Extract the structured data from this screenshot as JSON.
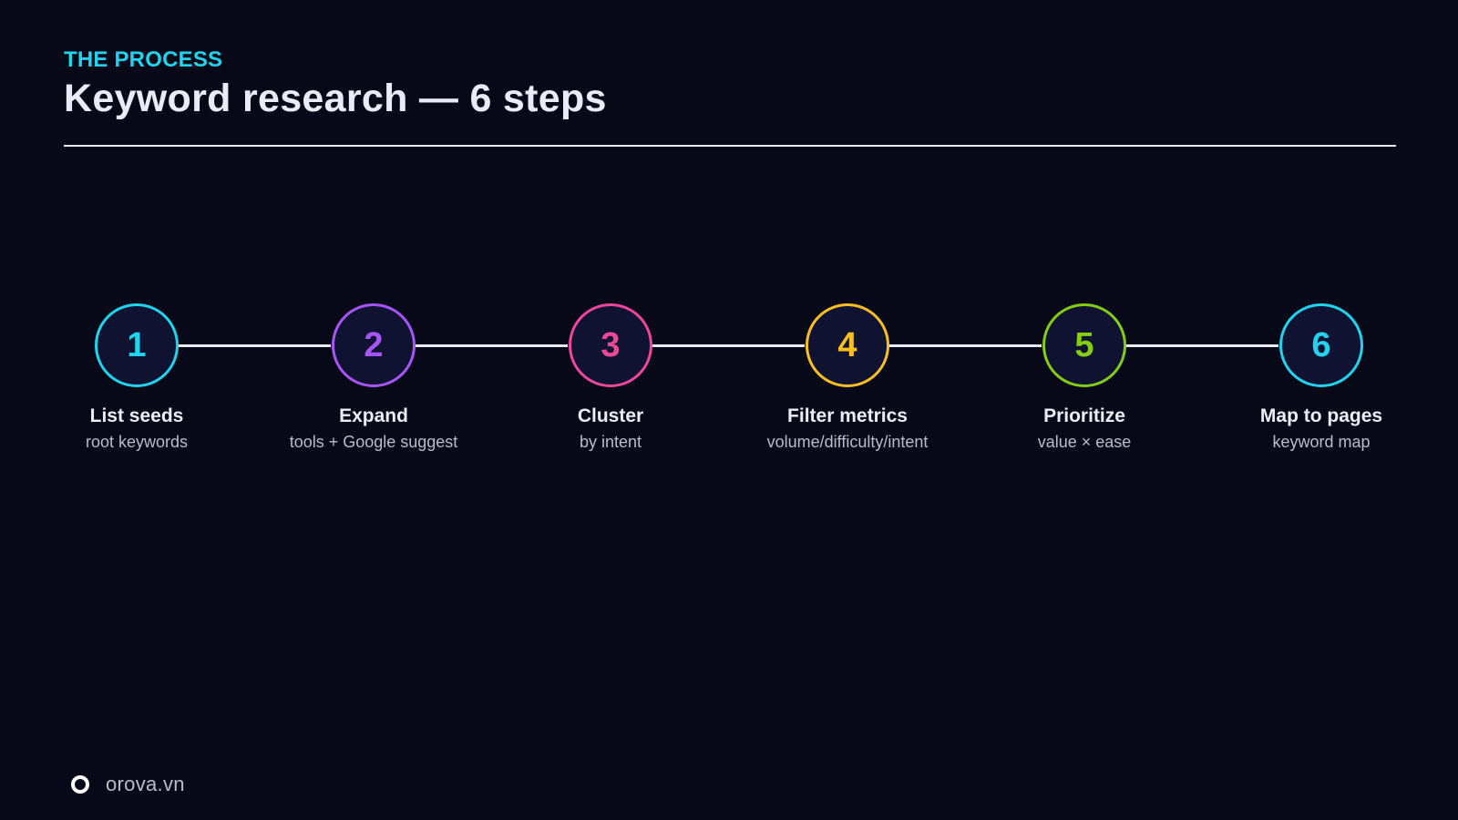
{
  "header": {
    "eyebrow": "THE PROCESS",
    "title": "Keyword research — 6 steps"
  },
  "steps": [
    {
      "number": "1",
      "title": "List seeds",
      "subtitle": "root keywords",
      "color": "#22d3ee"
    },
    {
      "number": "2",
      "title": "Expand",
      "subtitle": "tools + Google suggest",
      "color": "#a855f7"
    },
    {
      "number": "3",
      "title": "Cluster",
      "subtitle": "by intent",
      "color": "#ec4899"
    },
    {
      "number": "4",
      "title": "Filter metrics",
      "subtitle": "volume/difficulty/intent",
      "color": "#fbbf24"
    },
    {
      "number": "5",
      "title": "Prioritize",
      "subtitle": "value × ease",
      "color": "#84cc16"
    },
    {
      "number": "6",
      "title": "Map to pages",
      "subtitle": "keyword map",
      "color": "#22d3ee"
    }
  ],
  "footer": {
    "brand": "orova.vn",
    "logo_icon": "ring-logo-icon"
  },
  "colors": {
    "background": "#070919",
    "accent": "#22d3ee",
    "circle_fill": "#0f1231",
    "connector": "#e8eaf3"
  }
}
